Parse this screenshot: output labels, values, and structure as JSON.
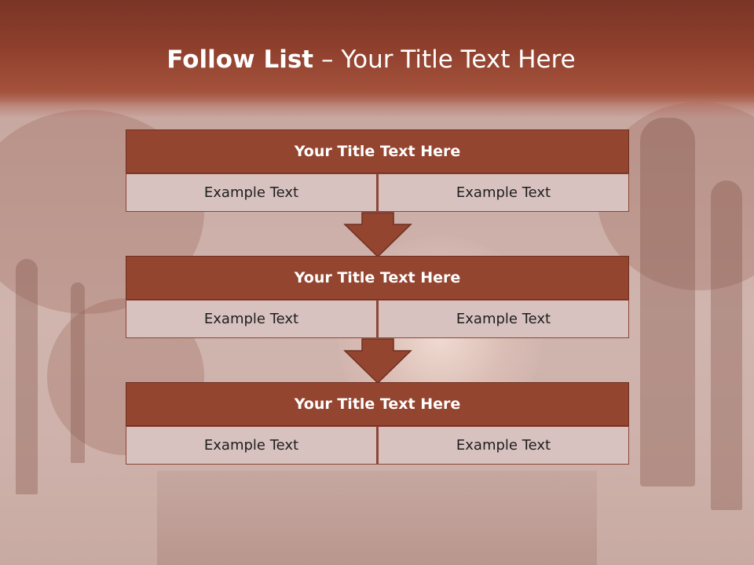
{
  "slide": {
    "title_bold": "Follow List",
    "title_rest": " – Your Title Text Here",
    "colors": {
      "header_band": "#8e3f2c",
      "box_title": "#944530",
      "box_body": "#d8c2c0",
      "title_text": "#ffffff"
    }
  },
  "blocks": [
    {
      "title": "Your Title Text Here",
      "left": "Example Text",
      "right": "Example Text"
    },
    {
      "title": "Your Title Text Here",
      "left": "Example Text",
      "right": "Example Text"
    },
    {
      "title": "Your Title Text Here",
      "left": "Example Text",
      "right": "Example Text"
    }
  ],
  "connectors": [
    "down-arrow-icon",
    "down-arrow-icon"
  ]
}
